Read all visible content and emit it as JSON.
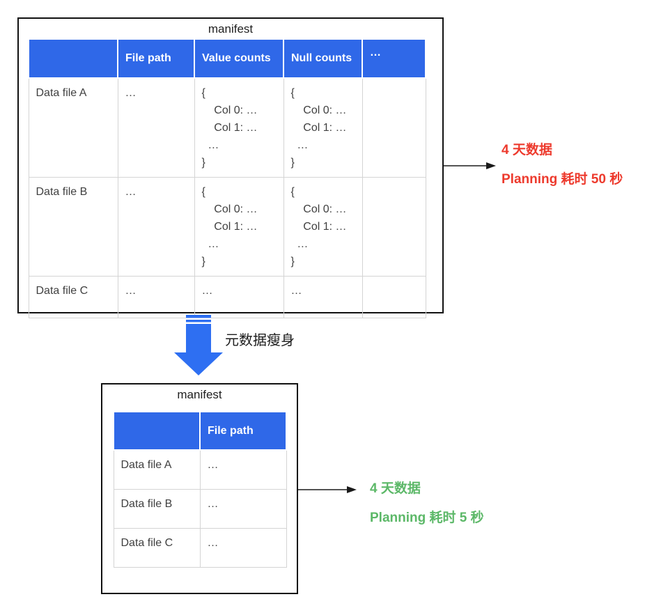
{
  "colors": {
    "header_blue": "#2f68e8",
    "arrow_blue": "#2e6ff2",
    "annotation_red": "#ed3a2d",
    "annotation_green": "#5cb868"
  },
  "top_diagram": {
    "title": "manifest",
    "table": {
      "headers": [
        "",
        "File path",
        "Value counts",
        "Null counts",
        "…"
      ],
      "rows": [
        {
          "name": "Data file A",
          "file_path": "…",
          "value_counts": "{\n    Col 0: …\n    Col 1: …\n  …\n}",
          "null_counts": "{\n    Col 0: …\n    Col 1: …\n  …\n}",
          "more": ""
        },
        {
          "name": "Data file B",
          "file_path": "…",
          "value_counts": "{\n    Col 0: …\n    Col 1: …\n  …\n}",
          "null_counts": "{\n    Col 0: …\n    Col 1: …\n  …\n}",
          "more": ""
        },
        {
          "name": "Data file C",
          "file_path": "…",
          "value_counts": "…",
          "null_counts": "…",
          "more": ""
        }
      ]
    },
    "annotation": {
      "line1": "4 天数据",
      "line2": "Planning 耗时 50 秒"
    }
  },
  "transform_arrow": {
    "label": "元数据瘦身"
  },
  "bottom_diagram": {
    "title": "manifest",
    "table": {
      "headers": [
        "",
        "File path"
      ],
      "rows": [
        {
          "name": "Data file A",
          "file_path": "…"
        },
        {
          "name": "Data file B",
          "file_path": "…"
        },
        {
          "name": "Data file C",
          "file_path": "…"
        }
      ]
    },
    "annotation": {
      "line1": "4 天数据",
      "line2": "Planning 耗时 5 秒"
    }
  }
}
